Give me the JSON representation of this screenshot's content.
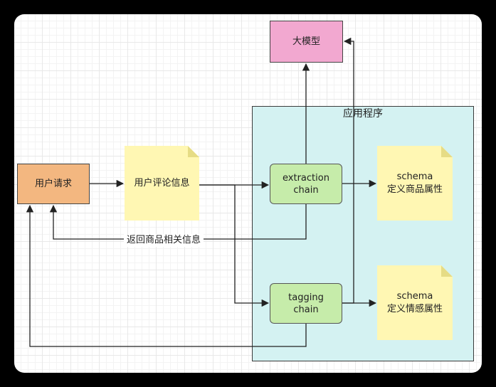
{
  "nodes": {
    "app_container": "应用程序",
    "llm": "大模型",
    "user_request": "用户请求",
    "user_review": "用户评论信息",
    "extraction_chain": [
      "extraction",
      "chain"
    ],
    "tagging_chain": [
      "tagging",
      "chain"
    ],
    "schema_product": [
      "schema",
      "定义商品属性"
    ],
    "schema_sentiment": [
      "schema",
      "定义情感属性"
    ]
  },
  "edges": {
    "return_label": "返回商品相关信息"
  },
  "colors": {
    "llm": "#f2a8d0",
    "user_request": "#f3b780",
    "note": "#fff7b3",
    "chain": "#c6ecaa",
    "app_container": "#d4f2f2"
  }
}
